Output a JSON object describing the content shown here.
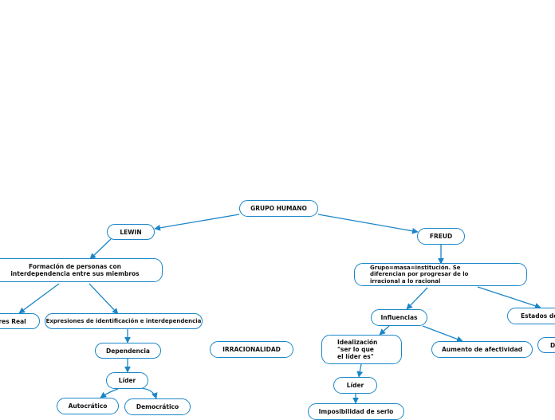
{
  "colors": {
    "connector": "#1a86c8",
    "node_border": "#1a86c8",
    "background": "#ffffff"
  },
  "nodes": {
    "grupo_humano": "GRUPO HUMANO",
    "lewin": "LEWIN",
    "freud": "FREUD",
    "formacion": "Formación de personas con interdependencia entre sus miembros",
    "seres_real": "eres Real",
    "expresiones": "Expresiones de identificación e interdependencia",
    "dependencia": "Dependencia",
    "lider_lewin": "Líder",
    "autocratico": "Autocrático",
    "democratico": "Democrático",
    "irracionalidad": "IRRACIONALIDAD",
    "grupo_masa": "Grupo=masa=institución. Se diferencian por progresar de lo irracional a lo racional",
    "influencias": "Influencias",
    "estados": "Estados de co",
    "d_node": "D",
    "idealizacion": "Idealización \"ser lo que el líder es\"",
    "aumento": "Aumento de afectividad",
    "lider_freud": "Líder",
    "imposibilidad": "Imposibilidad de serlo"
  }
}
